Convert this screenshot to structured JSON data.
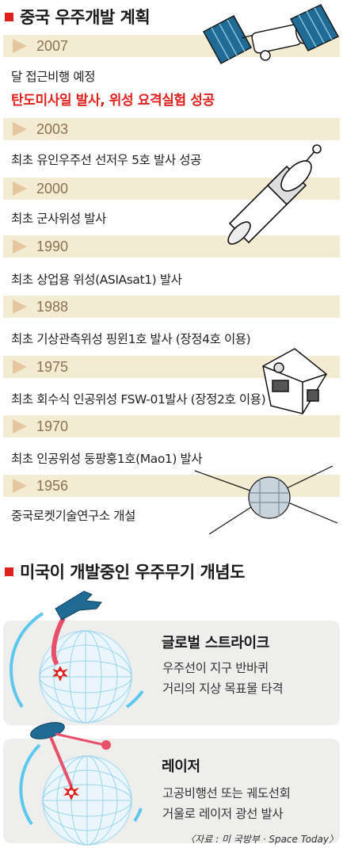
{
  "section1": {
    "title": "중국 우주개발 계획"
  },
  "timeline": [
    {
      "year": "2007",
      "lines": [
        {
          "text": "달 접근비행 예정",
          "highlight": false
        },
        {
          "text": "탄도미사일 발사, 위성 요격실험 성공",
          "highlight": true
        }
      ]
    },
    {
      "year": "2003",
      "lines": [
        {
          "text": "최초 유인우주선 선저우 5호 발사 성공",
          "highlight": false
        }
      ]
    },
    {
      "year": "2000",
      "lines": [
        {
          "text": "최초 군사위성 발사",
          "highlight": false
        }
      ]
    },
    {
      "year": "1990",
      "lines": [
        {
          "text": "최초 상업용 위성(ASIAsat1) 발사",
          "highlight": false
        }
      ]
    },
    {
      "year": "1988",
      "lines": [
        {
          "text": "최초 기상관측위성 핑윈1호 발사 (장정4호 이용)",
          "highlight": false
        }
      ]
    },
    {
      "year": "1975",
      "lines": [
        {
          "text": "최초 회수식 인공위성 FSW-01발사 (장정2호 이용)",
          "highlight": false
        }
      ]
    },
    {
      "year": "1970",
      "lines": [
        {
          "text": "최초 인공위성 둥팡훙1호(Mao1) 발사",
          "highlight": false
        }
      ]
    },
    {
      "year": "1956",
      "lines": [
        {
          "text": "중국로켓기술연구소 개설",
          "highlight": false
        }
      ]
    }
  ],
  "section2": {
    "title": "미국이 개발중인 우주무기 개념도"
  },
  "weapons": [
    {
      "title": "글로벌 스트라이크",
      "desc": [
        "우주선이 지구 반바퀴",
        "거리의 지상 목표물 타격"
      ]
    },
    {
      "title": "레이저",
      "desc": [
        "고공비행선 또는 궤도선회",
        "거울로 레이저 광선 발사"
      ]
    }
  ],
  "source": "〈자료 : 미 국방부 · Space Today〉",
  "colors": {
    "accent": "#e0201c",
    "bar": "#f4ecd2",
    "triangle": "#e4c79e",
    "year": "#8a7152",
    "orbit": "#5cc8ee",
    "beam": "#e8506a",
    "spacecraft": "#1f6b95"
  }
}
